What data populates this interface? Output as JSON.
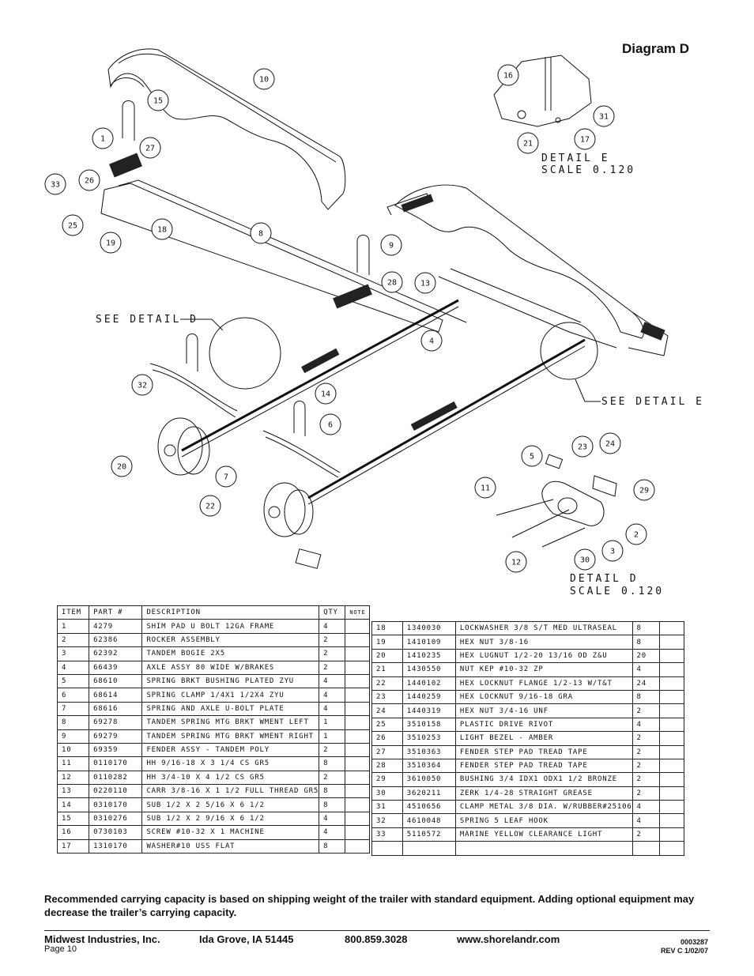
{
  "diagram_title": "Diagram D",
  "see_detail_d": "SEE DETAIL  D",
  "see_detail_e": "SEE DETAIL  E",
  "detail_e": {
    "name": "DETAIL  E",
    "scale": "SCALE  0.120"
  },
  "detail_d": {
    "name": "DETAIL  D",
    "scale": "SCALE  0.120"
  },
  "callouts": [
    "10",
    "15",
    "1",
    "27",
    "33",
    "26",
    "25",
    "19",
    "18",
    "8",
    "9",
    "28",
    "13",
    "4",
    "16",
    "31",
    "21",
    "17",
    "32",
    "14",
    "6",
    "20",
    "7",
    "22",
    "5",
    "23",
    "24",
    "11",
    "29",
    "2",
    "3",
    "12",
    "30"
  ],
  "table_headers": {
    "item": "ITEM",
    "part": "PART #",
    "description": "DESCRIPTION",
    "qty": "QTY",
    "note": "NOTE"
  },
  "parts_left": [
    {
      "item": "1",
      "part": "4279",
      "description": "SHIM PAD   U BOLT 12GA FRAME",
      "qty": "4"
    },
    {
      "item": "2",
      "part": "62386",
      "description": "ROCKER ASSEMBLY",
      "qty": "2"
    },
    {
      "item": "3",
      "part": "62392",
      "description": "TANDEM BOGIE   2X5",
      "qty": "2"
    },
    {
      "item": "4",
      "part": "66439",
      "description": "AXLE ASSY 80 WIDE W/BRAKES",
      "qty": "2"
    },
    {
      "item": "5",
      "part": "68610",
      "description": "SPRING BRKT BUSHING PLATED ZYU",
      "qty": "4"
    },
    {
      "item": "6",
      "part": "68614",
      "description": "SPRING CLAMP   1/4X1 1/2X4  ZYU",
      "qty": "4"
    },
    {
      "item": "7",
      "part": "68616",
      "description": "SPRING AND AXLE U-BOLT PLATE",
      "qty": "4"
    },
    {
      "item": "8",
      "part": "69278",
      "description": "TANDEM SPRING MTG BRKT WMENT LEFT",
      "qty": "1"
    },
    {
      "item": "9",
      "part": "69279",
      "description": "TANDEM SPRING MTG BRKT WMENT RIGHT",
      "qty": "1"
    },
    {
      "item": "10",
      "part": "69359",
      "description": "FENDER ASSY - TANDEM POLY",
      "qty": "2"
    },
    {
      "item": "11",
      "part": "0110170",
      "description": "HH 9/16-18 X 3 1/4 CS GR5",
      "qty": "8"
    },
    {
      "item": "12",
      "part": "0110282",
      "description": "HH 3/4-10 X 4 1/2 CS GR5",
      "qty": "2"
    },
    {
      "item": "13",
      "part": "0220110",
      "description": "CARR 3/8-16 X 1 1/2 FULL THREAD GR5",
      "qty": "8"
    },
    {
      "item": "14",
      "part": "0310170",
      "description": "SUB 1/2 X 2 5/16 X 6 1/2",
      "qty": "8"
    },
    {
      "item": "15",
      "part": "0310276",
      "description": "SUB 1/2 X 2 9/16 X 6 1/2",
      "qty": "4"
    },
    {
      "item": "16",
      "part": "0730103",
      "description": "SCREW #10-32 X 1 MACHINE",
      "qty": "4"
    },
    {
      "item": "17",
      "part": "1310170",
      "description": "WASHER#10 USS FLAT",
      "qty": "8"
    }
  ],
  "parts_right": [
    {
      "item": "18",
      "part": "1340030",
      "description": "LOCKWASHER 3/8 S/T MED ULTRASEAL",
      "qty": "8"
    },
    {
      "item": "19",
      "part": "1410109",
      "description": "HEX NUT 3/8-16",
      "qty": "8"
    },
    {
      "item": "20",
      "part": "1410235",
      "description": "HEX LUGNUT 1/2-20 13/16 OD Z&U",
      "qty": "20"
    },
    {
      "item": "21",
      "part": "1430550",
      "description": "NUT KEP #10-32 ZP",
      "qty": "4"
    },
    {
      "item": "22",
      "part": "1440102",
      "description": "HEX LOCKNUT FLANGE 1/2-13 W/T&T",
      "qty": "24"
    },
    {
      "item": "23",
      "part": "1440259",
      "description": "HEX LOCKNUT 9/16-18 GRA",
      "qty": "8"
    },
    {
      "item": "24",
      "part": "1440319",
      "description": "HEX NUT 3/4-16 UNF",
      "qty": "2"
    },
    {
      "item": "25",
      "part": "3510158",
      "description": "PLASTIC DRIVE RIVOT",
      "qty": "4"
    },
    {
      "item": "26",
      "part": "3510253",
      "description": "LIGHT BEZEL - AMBER",
      "qty": "2"
    },
    {
      "item": "27",
      "part": "3510363",
      "description": "FENDER STEP PAD TREAD TAPE",
      "qty": "2"
    },
    {
      "item": "28",
      "part": "3510364",
      "description": "FENDER STEP PAD TREAD TAPE",
      "qty": "2"
    },
    {
      "item": "29",
      "part": "3610050",
      "description": "BUSHING  3/4 IDX1 ODX1 1/2 BRONZE",
      "qty": "2"
    },
    {
      "item": "30",
      "part": "3620211",
      "description": "ZERK  1/4-28 STRAIGHT GREASE",
      "qty": "2"
    },
    {
      "item": "31",
      "part": "4510656",
      "description": "CLAMP METAL 3/8 DIA. W/RUBBER#25106",
      "qty": "4"
    },
    {
      "item": "32",
      "part": "4610048",
      "description": "SPRING  5 LEAF HOOK",
      "qty": "4"
    },
    {
      "item": "33",
      "part": "5110572",
      "description": "MARINE YELLOW CLEARANCE LIGHT",
      "qty": "2"
    },
    {
      "item": "",
      "part": "",
      "description": "",
      "qty": ""
    }
  ],
  "note": "Recommended carrying capacity is based on shipping weight of the trailer with standard equipment. Adding optional equipment may decrease the trailer’s carrying capacity.",
  "footer": {
    "company": "Midwest Industries, Inc.",
    "location": "Ida Grove, IA  51445",
    "phone": "800.859.3028",
    "website": "www.shorelandr.com",
    "page": "Page 10",
    "doc_number": "0003287",
    "revision": "REV  C  1/02/07"
  }
}
